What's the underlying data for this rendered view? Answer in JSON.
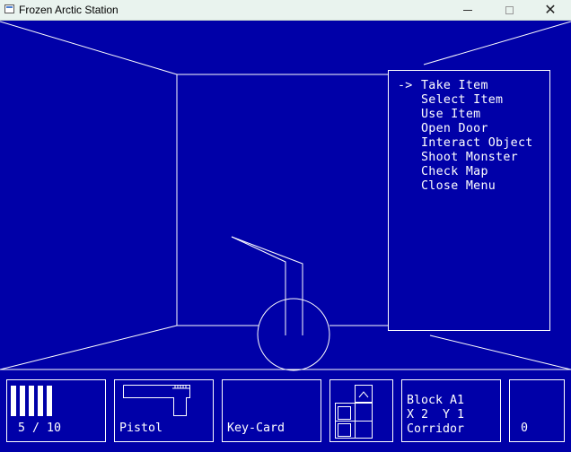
{
  "window": {
    "title": "Frozen Arctic Station",
    "close_glyph": "✕"
  },
  "menu": {
    "cursor": "->",
    "items": [
      {
        "label": "Take Item",
        "selected": true
      },
      {
        "label": "Select Item",
        "selected": false
      },
      {
        "label": "Use Item",
        "selected": false
      },
      {
        "label": "Open Door",
        "selected": false
      },
      {
        "label": "Interact Object",
        "selected": false
      },
      {
        "label": "Shoot Monster",
        "selected": false
      },
      {
        "label": "Check Map",
        "selected": false
      },
      {
        "label": "Close Menu",
        "selected": false
      }
    ]
  },
  "hud": {
    "ammo": {
      "current": 5,
      "max": 10,
      "text": "5 / 10"
    },
    "weapon": {
      "name": "Pistol",
      "icon": "pistol-icon"
    },
    "item": {
      "name": "Key-Card"
    },
    "minimap": {
      "icon": "minimap-icon"
    },
    "location": {
      "block": "Block A1",
      "coords": "X 2  Y 1",
      "area": "Corridor"
    },
    "score": "0"
  },
  "colors": {
    "background": "#0000a8",
    "lines": "#ffffff",
    "titlebar": "#e9f3ee"
  }
}
